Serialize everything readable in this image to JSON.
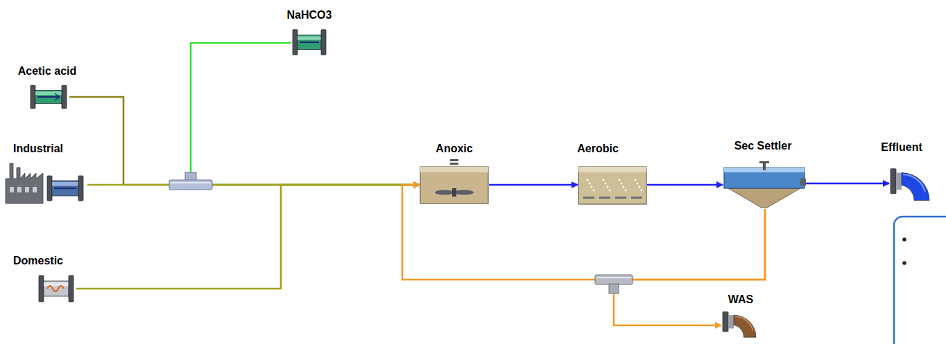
{
  "diagram": {
    "nodes": [
      {
        "text": [
          "NaHCO3"
        ]
      },
      {
        "text": [
          "Acetic acid"
        ]
      },
      {
        "text": [
          "Industrial"
        ]
      },
      {
        "text": [
          "Domestic"
        ]
      },
      {
        "text": [
          "Anoxic"
        ]
      },
      {
        "text": [
          "Aerobic"
        ]
      },
      {
        "text": [
          "Sec Settler"
        ]
      },
      {
        "text": [
          "Effluent"
        ]
      },
      {
        "text": [
          "WAS"
        ]
      }
    ],
    "edges": [
      {
        "from": 0,
        "to": 4,
        "arrow": "to"
      },
      {
        "from": 1,
        "to": 4,
        "arrow": "to"
      },
      {
        "from": 2,
        "to": 4,
        "arrow": "to"
      },
      {
        "from": 3,
        "to": 4,
        "arrow": "to"
      },
      {
        "from": 4,
        "to": 5,
        "arrow": "to"
      },
      {
        "from": 5,
        "to": 6,
        "arrow": "to"
      },
      {
        "from": 6,
        "to": 7,
        "arrow": "to"
      },
      {
        "from": 6,
        "to": 4,
        "arrow": "to"
      },
      {
        "from": 6,
        "to": 8,
        "arrow": "to"
      }
    ]
  }
}
